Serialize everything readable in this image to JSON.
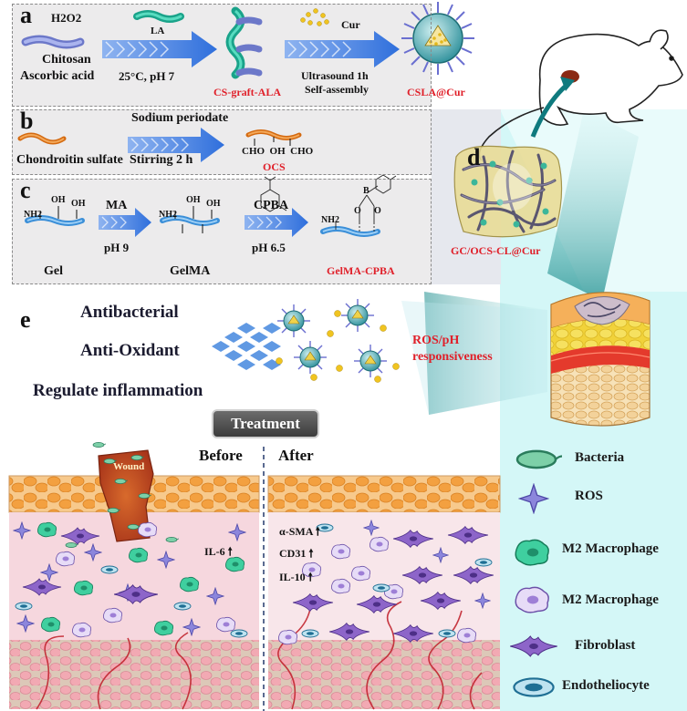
{
  "panels": {
    "a": {
      "letter": "a",
      "h2o2": "H2O2",
      "la": "LA",
      "chitosan": "Chitosan",
      "ascorbic_acid": "Ascorbic acid",
      "condition": "25°C, pH 7",
      "product": "CS-graft-ALA",
      "cur": "Cur",
      "ultrasound": "Ultrasound 1h",
      "self_assembly": "Self-assembly",
      "final": "CSLA@Cur"
    },
    "b": {
      "letter": "b",
      "reagent": "Sodium periodate",
      "source": "Chondroitin sulfate",
      "condition": "Stirring 2 h",
      "groups": "CHO  OH  CHO",
      "product": "OCS"
    },
    "c": {
      "letter": "c",
      "nh2_1": "NH2",
      "oh_1": "OH",
      "oh_2": "OH",
      "gel": "Gel",
      "ma": "MA",
      "ph9": "pH 9",
      "nh2_2": "NH2",
      "oh_3": "OH",
      "oh_4": "OH",
      "gelma": "GelMA",
      "cpba": "CPBA",
      "ph65": "pH 6.5",
      "nh2_3": "NH2",
      "b_atom": "B",
      "o_1": "O",
      "o_2": "O",
      "product": "GelMA-CPBA"
    },
    "d": {
      "letter": "d",
      "label": "GC/OCS-CL@Cur"
    },
    "e": {
      "letter": "e",
      "items": [
        "Antibacterial",
        "Anti-Oxidant",
        "Regulate inflammation"
      ],
      "responsive": [
        "ROS/pH",
        "responsiveness"
      ]
    }
  },
  "treatment": {
    "button": "Treatment",
    "before": "Before",
    "after": "After",
    "wound": "Wound",
    "il6": "IL-6",
    "asma": "α-SMA",
    "cd31": "CD31",
    "il10": "IL-10"
  },
  "legend": [
    {
      "name": "Bacteria",
      "icon": "bacteria-icon"
    },
    {
      "name": "ROS",
      "icon": "ros-star-icon"
    },
    {
      "name": "M2 Macrophage",
      "icon": "macrophage-green-icon"
    },
    {
      "name": "M2 Macrophage",
      "icon": "macrophage-purple-icon"
    },
    {
      "name": "Fibroblast",
      "icon": "fibroblast-icon"
    },
    {
      "name": "Endotheliocyte",
      "icon": "endotheliocyte-icon"
    }
  ],
  "colors": {
    "accent_red": "#e0202a",
    "teal": "#2aa6a0",
    "arrow_blue": "#3f7ee0",
    "skin_orange": "#f2a14a",
    "dermis_pink": "#f6d7de",
    "legend_bg": "#c8f3f3"
  }
}
